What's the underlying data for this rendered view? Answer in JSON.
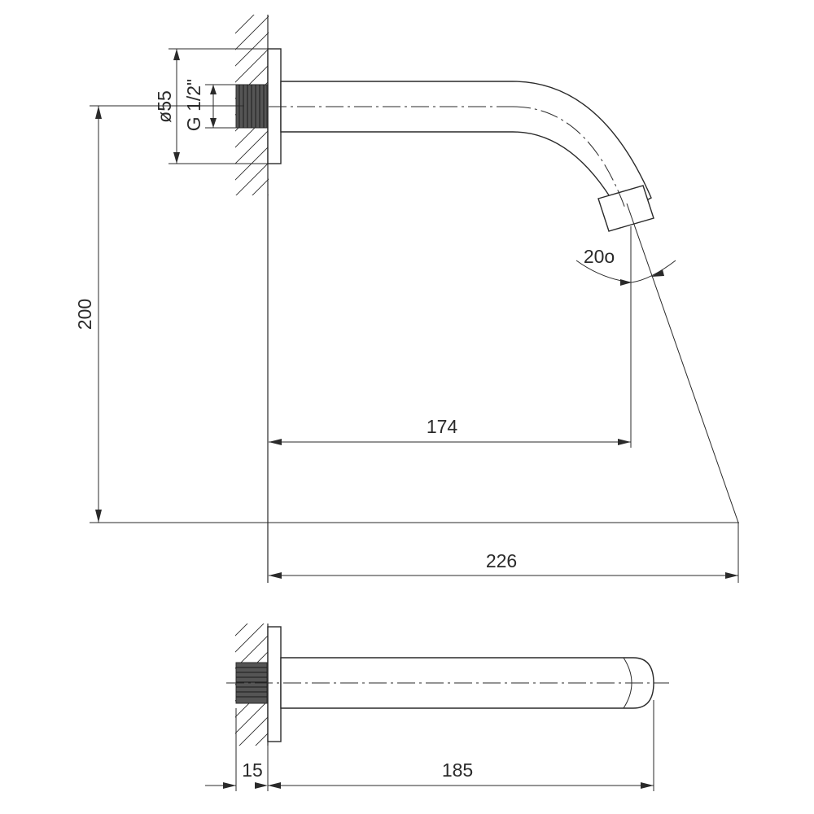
{
  "side_view": {
    "dim_diameter": "ø55",
    "dim_thread": "G 1/2\"",
    "dim_height": "200",
    "dim_reach_outlet": "174",
    "dim_reach_total": "226",
    "dim_angle": "20o"
  },
  "top_view": {
    "dim_flange": "15",
    "dim_length": "185"
  }
}
